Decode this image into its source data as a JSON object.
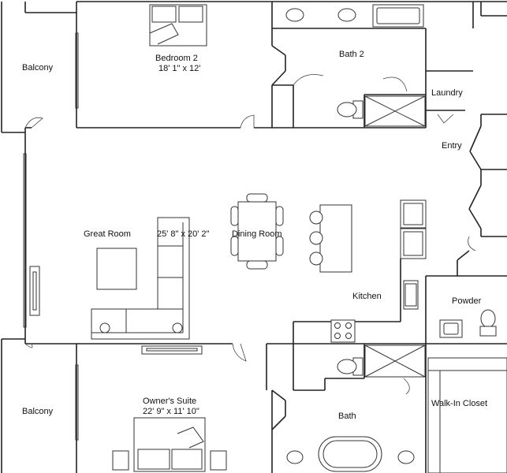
{
  "rooms": {
    "balcony_top": {
      "name": "Balcony"
    },
    "bedroom2": {
      "name": "Bedroom 2",
      "dims": "18' 1\" x 12'"
    },
    "bath2": {
      "name": "Bath 2"
    },
    "laundry": {
      "name": "Laundry"
    },
    "entry": {
      "name": "Entry"
    },
    "great_room": {
      "name": "Great Room",
      "dims": "25' 8\" x 20' 2\""
    },
    "dining_room": {
      "name": "Dining Room"
    },
    "kitchen": {
      "name": "Kitchen"
    },
    "powder": {
      "name": "Powder"
    },
    "balcony_bottom": {
      "name": "Balcony"
    },
    "owners_suite": {
      "name": "Owner's Suite",
      "dims": "22' 9\" x 11' 10\""
    },
    "bath": {
      "name": "Bath"
    },
    "walk_in_closet": {
      "name": "Walk-In Closet"
    }
  }
}
